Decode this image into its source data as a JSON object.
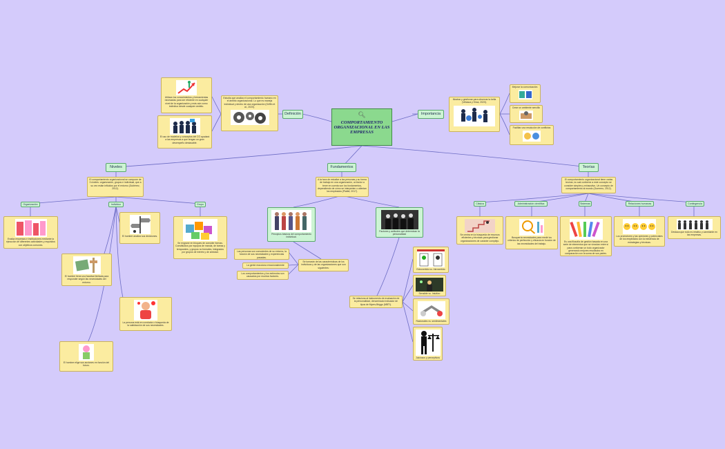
{
  "colors": {
    "background": "#d4cbfb",
    "main_node": "#8bd98e",
    "topic": "#cdf4d4",
    "note": "#fbeca0",
    "connector": "#6b6bc4"
  },
  "main_topic": {
    "title": "COMPORTAMIENTO ORGANIZACIONAL EN LAS EMPRESAS",
    "icon": "magnifier-icon"
  },
  "definicion": {
    "label": "Definición",
    "text": "Estudia que analiza el comportamiento humano en el ámbito organizacional. Lo que es maneja individual y dentro de una organización (Griffin et al., 2020).",
    "note1": "Utilizan los conocimientos y herramientas necesarias para ser eficiente en cualquier nivel de la organización y más aún como individuo desde cualquier ámbito.",
    "note2": "El uso de modelos y conceptos del CO ayudará a las empresas a que tengan un gran desempeño destacable."
  },
  "importancia": {
    "label": "Importancia",
    "text": "Mostrar y gestionar para observar la bella (Velasca y Sirca, 2020).",
    "items": [
      "Mejorar la comunicación.",
      "Crear un ambiente sencillo",
      "Facilitar una resolución de conflictos"
    ]
  },
  "niveles": {
    "label": "Niveles",
    "text": "El comportamiento organizacional se compone de 3 niveles: organización, grupos e individual, que a su vez están influidos por el entorno (Gutiérrez, 2012).",
    "organizacion": {
      "label": "Organización",
      "text": "Evalúa empresas e instituciones mediante la ejecución de diferentes actividades y requisitos con objetivos comunes."
    },
    "individuo": {
      "label": "Individuo",
      "items": [
        "El hombre analiza sus decisiones.",
        "El hombre tiene una facultad limitada para responder según las necesidades del entorno.",
        "La persona está en conducta o búsqueda de la satisfacción de sus necesidades.",
        "El hombre elige sus acciones en función del futuro."
      ]
    },
    "grupo": {
      "label": "Grupo",
      "text": "Se engrane en bloques de consider formas. Constituidos por equipos de manda, de tareas y temporales, y grupos no formales, integrados por grupos de interés y de amistad."
    }
  },
  "fundamentos": {
    "label": "Fundamentos",
    "text": "A la hora de estudiar a las personas y su forma de trabajo en una organización, un factor a tener en cuenta son los fundamentos, dependiendo de cómo se interpreten o alientan los empleados (Plattel, 2017).",
    "principios": {
      "caption": "Principios básicos del comportamiento individual.",
      "text": "Se tomarán de las características de los individuos y de las organizaciones que son siguientes:",
      "items": [
        "Las personas son conscientes de su entorno, la función de sus necesidades y experiencias pasadas.",
        "La gente reacciona emocionalmente",
        "Los comportamientos y los estímulos son causados por muchos factores."
      ]
    },
    "factores": {
      "caption": "Factores y actitudes que determinan la personalidad",
      "text": "Se relaciona al instrumento de evaluación de la personalidad, denominado Indicador de tipos de Myers-Briggs (MBTI).",
      "items": [
        "Extrovertido vs. Introvertido",
        "Sensible vs. Intuitivo",
        "Racionales vs. sentimentales",
        "Juiciosos y perceptivos"
      ]
    }
  },
  "teorias": {
    "label": "Teorías",
    "text": "El comportamiento organizacional tiene varias teorías, la cual conforme a este concepto se consider simples y exhaustivo. Un concepto de comportamiento al mundo (Guerrero, 2012).",
    "items": [
      {
        "label": "Clásica",
        "text": "Se centra en la búsqueda de recursos eficientes y técnicas para gestionar organizaciones de carácter complejo."
      },
      {
        "label": "Administración científica",
        "text": "Busquería necesidades para medir los criterios de perfección y eficacia en función de las necesidades del trabajo."
      },
      {
        "label": "Sistemas",
        "text": "Es una filosofía de gestión basada en una serie de elementos que se vinculan entre sí para conformar un todo organizador generando mejores resultados en comparación con la suma de sus partes."
      },
      {
        "label": "Relaciones humanas",
        "text": "Los promotores y las opiniones y potenciales de los empleados con la existencia de estrategias y técnicas."
      },
      {
        "label": "Contingencia",
        "text": "Destaca que todo es relativo y cambiante en las empresas."
      }
    ]
  }
}
